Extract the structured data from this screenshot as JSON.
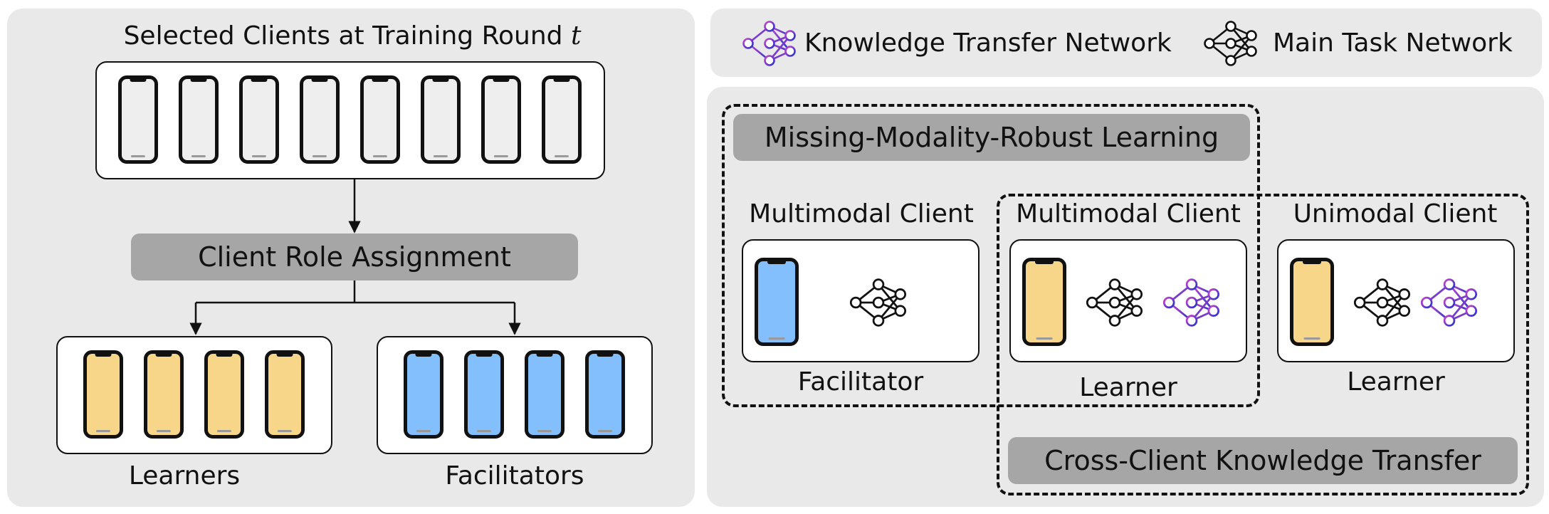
{
  "colors": {
    "panel_bg": "#e9e9e9",
    "pill_bg": "#a6a6a6",
    "learner_phone": "#f7d589",
    "facilitator_phone": "#82bffc",
    "unselected_phone": "#eeeeee",
    "ktn_gradient_start": "#cc44cc",
    "ktn_gradient_end": "#2233cc",
    "main_network": "#111111"
  },
  "left": {
    "title_text": "Selected Clients at Training Round ",
    "title_var": "t",
    "role_assignment": "Client Role Assignment",
    "learners_label": "Learners",
    "facilitators_label": "Facilitators"
  },
  "legend": {
    "ktn_icon": "knowledge-transfer-network-icon",
    "ktn_label": "Knowledge Transfer Network",
    "main_icon": "main-task-network-icon",
    "main_label": "Main Task Network"
  },
  "right": {
    "mmrl_title": "Missing-Modality-Robust Learning",
    "cckt_title": "Cross-Client Knowledge Transfer",
    "client1_title": "Multimodal Client",
    "client1_role": "Facilitator",
    "client2_title": "Multimodal Client",
    "client2_role": "Learner",
    "client3_title": "Unimodal Client",
    "client3_role": "Learner"
  }
}
